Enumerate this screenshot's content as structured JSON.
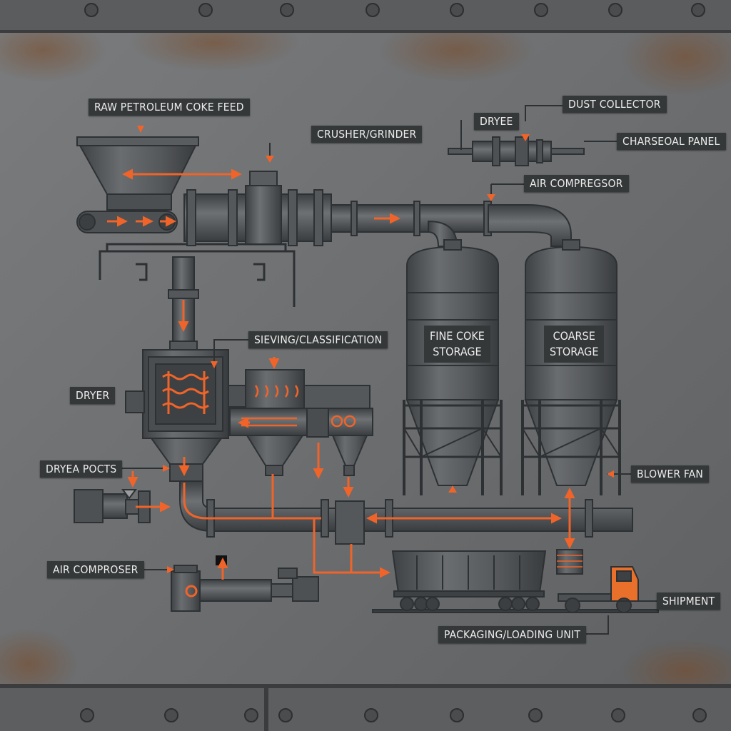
{
  "labels": {
    "raw_feed": "RAW PETROLEUM COKE FEED",
    "crusher": "CRUSHER/GRINDER",
    "dryee": "DRYEE",
    "dust_collector": "DUST COLLECTOR",
    "control_panel": "CHARSEOAL PANEL",
    "air_compressor_top": "AIR COMPREGSOR",
    "sieving": "SIEVING/CLASSIFICATION",
    "dryer": "DRYER",
    "fine_storage": [
      "FINE COKE",
      "STORAGE"
    ],
    "coarse_storage": [
      "COARSE",
      "STORAGE"
    ],
    "dryer_ports": "DRYEA POCTS",
    "blower_fan": "BLOWER FAN",
    "air_compressor_bottom": "AIR COMPROSER",
    "shipment": "SHIPMENT",
    "packaging": "PACKAGING/LOADING UNIT"
  },
  "colors": {
    "background_metal": "#6b6d6f",
    "equipment": "#55585b",
    "outline": "#2e3133",
    "flow_arrow": "#f0642a",
    "label_bg": "#353839",
    "label_text": "#ececec",
    "truck_cab": "#e8702a"
  }
}
